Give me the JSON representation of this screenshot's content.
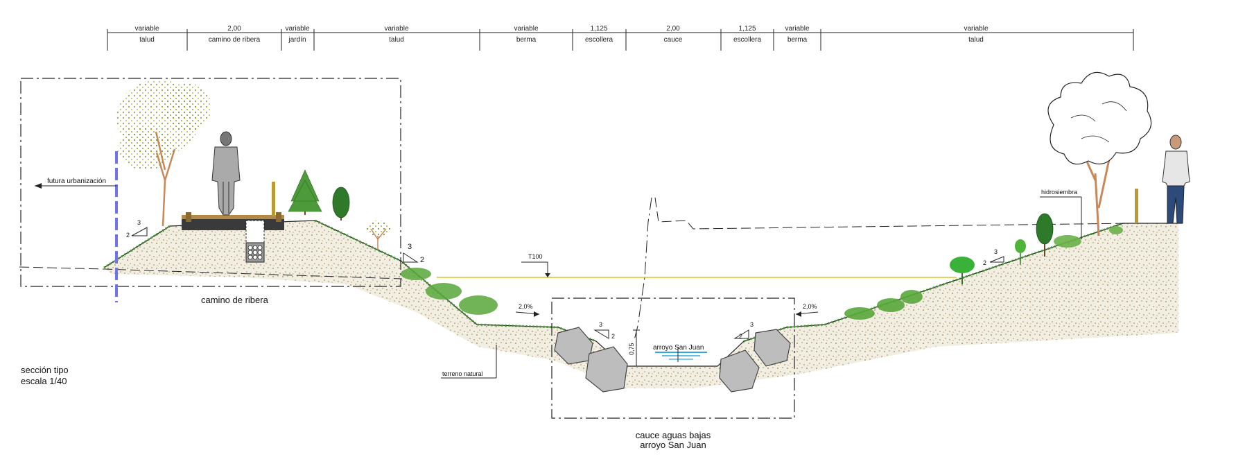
{
  "dimension_row": [
    {
      "value": "variable",
      "label": "talud"
    },
    {
      "value": "2,00",
      "label": "camino de ribera"
    },
    {
      "value": "variable",
      "label": "jardín"
    },
    {
      "value": "variable",
      "label": "talud"
    },
    {
      "value": "variable",
      "label": "berma"
    },
    {
      "value": "1,125",
      "label": "escollera"
    },
    {
      "value": "2,00",
      "label": "cauce"
    },
    {
      "value": "1,125",
      "label": "escollera"
    },
    {
      "value": "variable",
      "label": "berma"
    },
    {
      "value": "variable",
      "label": "talud"
    }
  ],
  "labels": {
    "futura_urbanizacion": "futura urbanización",
    "camino_de_ribera": "camino de ribera",
    "t100": "T100",
    "slope_pct_left": "2,0%",
    "slope_pct_right": "2,0%",
    "terreno_natural": "terreno natural",
    "arroyo_name": "arroyo San Juan",
    "depth": "0,75",
    "hidrosiembra": "hidrosiembra",
    "seccion_line1": "sección tipo",
    "seccion_line2": "escala 1/40",
    "cauce_line1": "cauce aguas bajas",
    "cauce_line2": "arroyo San Juan"
  },
  "slope_markers": [
    {
      "run": "3",
      "rise": "2"
    },
    {
      "run": "3",
      "rise": "2"
    },
    {
      "run": "3",
      "rise": "2"
    },
    {
      "run": "3",
      "rise": "2"
    },
    {
      "run": "3",
      "rise": "2"
    }
  ],
  "colors": {
    "line": "#222222",
    "ground_fill": "#f3eee2",
    "vegetation": "#3f9a2c",
    "water": "#2fa7e0",
    "flood_line": "#d8c02a",
    "boundary": "#6f74e6",
    "rock": "#bdbdbd",
    "path": "#3a3a3a",
    "trunk": "#c8885a"
  }
}
